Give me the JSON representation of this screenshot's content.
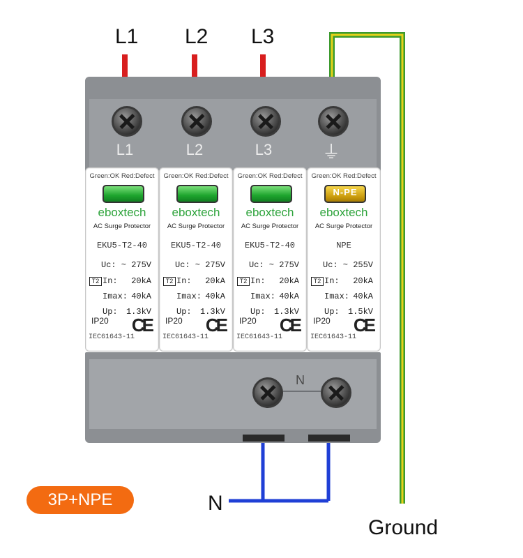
{
  "phase_labels": [
    "L1",
    "L2",
    "L3"
  ],
  "neutral_wire_label": "N",
  "ground_wire_label": "Ground",
  "configuration_badge": "3P+NPE",
  "colors": {
    "phase_wire": "#d81e1e",
    "neutral_wire": "#1f3fd6",
    "ground_wire_green": "#3b9a2e",
    "ground_wire_yellow": "#e6d21a",
    "brand": "#2da33b",
    "badge": "#f36b11",
    "housing": "#8c8f93"
  },
  "device": {
    "top_terminals": [
      "L1",
      "L2",
      "L3"
    ],
    "ground_symbol": "⏚",
    "bottom_terminal_label": "N",
    "modules": [
      {
        "status_legend": "Green:OK Red:Defect",
        "indicator": "green",
        "indicator_text": "",
        "brand": "eboxtech",
        "product": "AC Surge Protector",
        "model": "EKU5-T2-40",
        "uc_label": "Uc: ~",
        "uc": "275V",
        "class": "T2",
        "in_label": "In:",
        "in": "20kA",
        "imax_label": "Imax:",
        "imax": "40kA",
        "up_label": "Up:",
        "up": "1.3kV",
        "ip": "IP20",
        "standard": "IEC61643-11",
        "mark": "CE"
      },
      {
        "status_legend": "Green:OK Red:Defect",
        "indicator": "green",
        "indicator_text": "",
        "brand": "eboxtech",
        "product": "AC Surge Protector",
        "model": "EKU5-T2-40",
        "uc_label": "Uc: ~",
        "uc": "275V",
        "class": "T2",
        "in_label": "In:",
        "in": "20kA",
        "imax_label": "Imax:",
        "imax": "40kA",
        "up_label": "Up:",
        "up": "1.3kV",
        "ip": "IP20",
        "standard": "IEC61643-11",
        "mark": "CE"
      },
      {
        "status_legend": "Green:OK Red:Defect",
        "indicator": "green",
        "indicator_text": "",
        "brand": "eboxtech",
        "product": "AC Surge Protector",
        "model": "EKU5-T2-40",
        "uc_label": "Uc: ~",
        "uc": "275V",
        "class": "T2",
        "in_label": "In:",
        "in": "20kA",
        "imax_label": "Imax:",
        "imax": "40kA",
        "up_label": "Up:",
        "up": "1.3kV",
        "ip": "IP20",
        "standard": "IEC61643-11",
        "mark": "CE"
      },
      {
        "status_legend": "Green:OK Red:Defect",
        "indicator": "yellow",
        "indicator_text": "N-PE",
        "brand": "eboxtech",
        "product": "AC Surge Protector",
        "model": "NPE",
        "uc_label": "Uc: ~",
        "uc": "255V",
        "class": "T2",
        "in_label": "In:",
        "in": "20kA",
        "imax_label": "Imax:",
        "imax": "40kA",
        "up_label": "Up:",
        "up": "1.5kV",
        "ip": "IP20",
        "standard": "IEC61643-11",
        "mark": "CE"
      }
    ]
  }
}
